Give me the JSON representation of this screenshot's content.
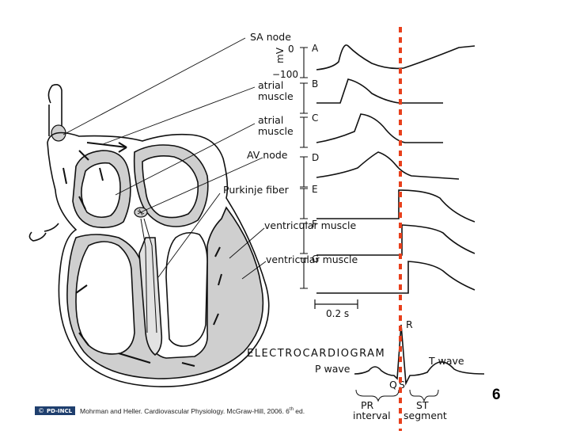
{
  "labels": {
    "sa_node": "SA node",
    "atrial_muscle_1": [
      "atrial",
      "muscle"
    ],
    "atrial_muscle_2": [
      "atrial",
      "muscle"
    ],
    "av_node": "AV node",
    "purkinje": "Purkinje fiber",
    "ventricular_1": "ventricular muscle",
    "ventricular_2": "ventricular muscle"
  },
  "axis": {
    "unit": "mV",
    "top": "0",
    "bottom": "−100"
  },
  "traces": [
    "A",
    "B",
    "C",
    "D",
    "E",
    "F",
    "G"
  ],
  "scale_bar": "0.2 s",
  "ecg": {
    "title": "ELECTROCARDIOGRAM",
    "p_wave": "P wave",
    "t_wave": "T wave",
    "r": "R",
    "q": "Q",
    "s": "S",
    "pr": [
      "PR",
      "interval"
    ],
    "st": [
      "ST",
      "segment"
    ]
  },
  "page_number": "6",
  "footer": {
    "logo_text": "PD-INCL",
    "citation": "Mohrman and Heller. Cardiovascular Physiology. McGraw-Hill, 2006. 6",
    "citation_sup": "th",
    "citation_end": " ed."
  },
  "colors": {
    "marker": "#e8401c",
    "myocardium": "#cfcfcf",
    "ink": "#111111"
  }
}
